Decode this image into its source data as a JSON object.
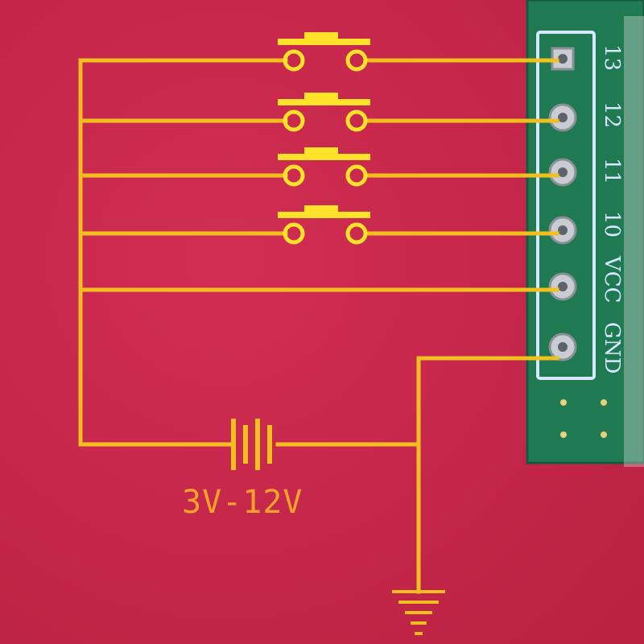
{
  "diagram": {
    "voltage_label": "3V-12V",
    "pins": [
      {
        "label": "13"
      },
      {
        "label": "12"
      },
      {
        "label": "11"
      },
      {
        "label": "10"
      },
      {
        "label": "VCC"
      },
      {
        "label": "GND"
      }
    ],
    "button_count": 4
  },
  "colors": {
    "background": "#c5284a",
    "wire": "#f2c01e",
    "button_cap": "#ffe32a",
    "voltage_text": "#f6a32a",
    "pcb": "#1f7a52",
    "pin_label": "#d8e8ff"
  },
  "icons": {
    "buttons": "push-button-icon",
    "battery": "battery-icon",
    "ground": "ground-icon"
  }
}
